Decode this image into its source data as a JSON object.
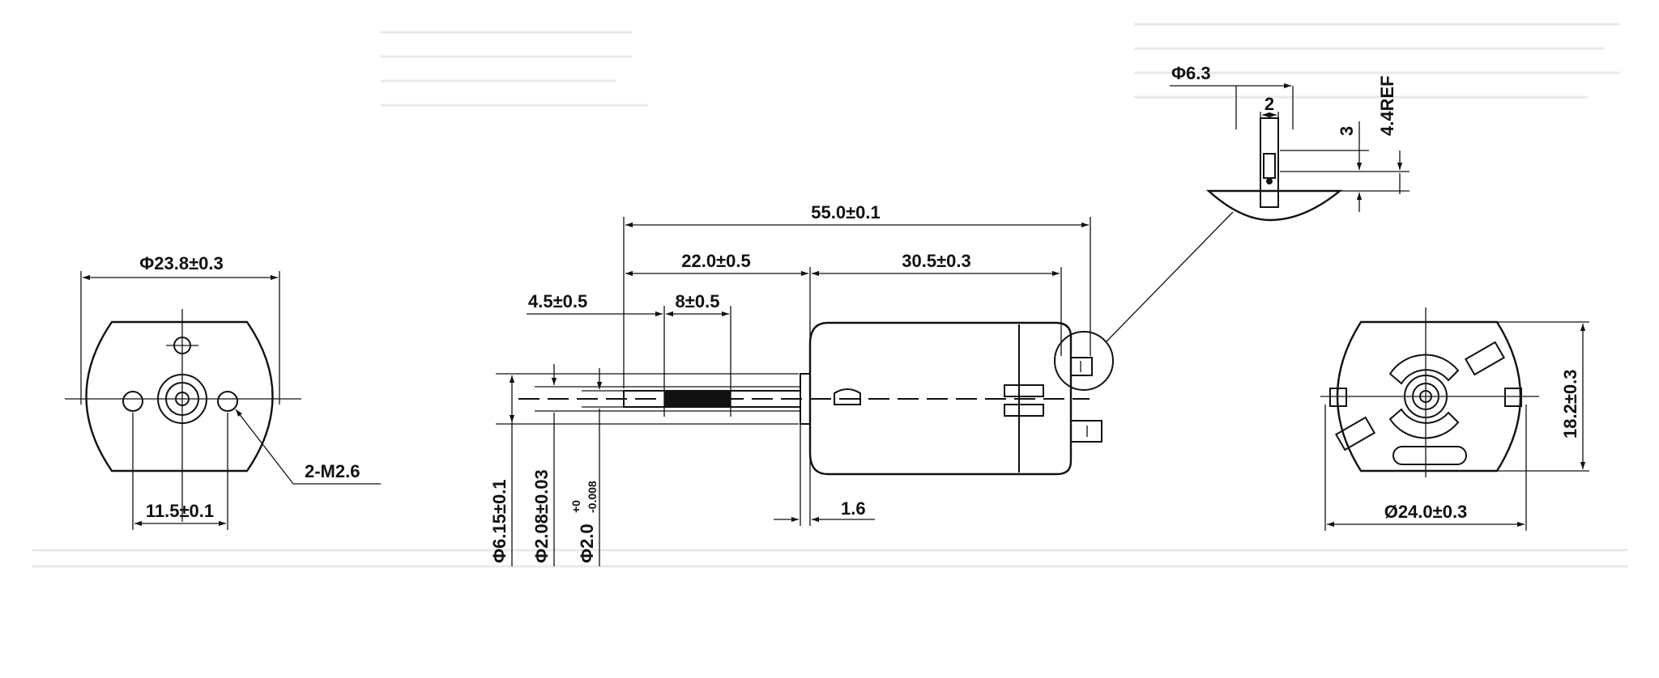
{
  "colors": {
    "ink": "#111111",
    "paper": "#ffffff"
  },
  "front_view": {
    "diameter_label": "Φ23.8±0.3",
    "hole_spacing_label": "11.5±0.1",
    "thread_label": "2-M2.6"
  },
  "side_view": {
    "overall_length_label": "55.0±0.1",
    "shaft_length_label": "22.0±0.5",
    "body_length_label": "30.5±0.3",
    "shaft_end_label": "4.5±0.5",
    "knurl_length_label": "8±0.5",
    "boss_label": "1.6",
    "boss_dia_label": "Φ6.15±0.1",
    "knurl_dia_label": "Φ2.08±0.03",
    "shaft_dia_base": "Φ2.0",
    "shaft_dia_tol_upper": "+0",
    "shaft_dia_tol_lower": "-0.008"
  },
  "terminal_detail": {
    "width_label": "Φ6.3",
    "tab_width_label": "2",
    "hole_label": "3",
    "height_label": "4.4REF"
  },
  "rear_view": {
    "height_label": "18.2±0.3",
    "diameter_label": "Ø24.0±0.3"
  }
}
